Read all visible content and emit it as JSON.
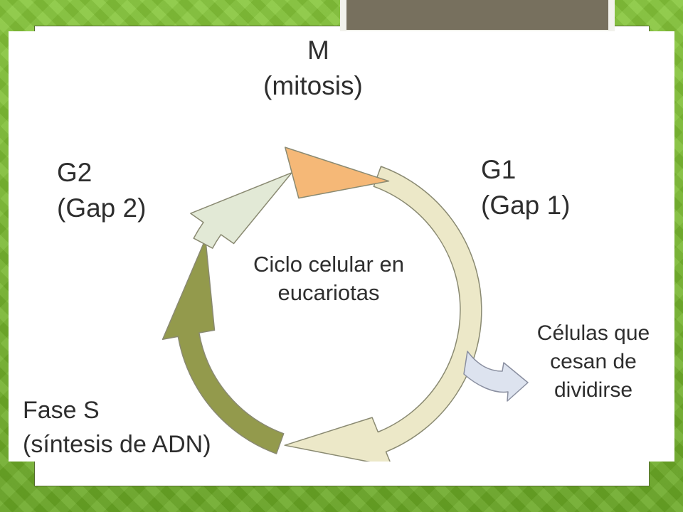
{
  "slide": {
    "colors": {
      "background_green": "#74b32b",
      "title_tab": "#77705e",
      "frame_border": "#556b2f"
    }
  },
  "diagram": {
    "center_text": [
      "Ciclo celular en",
      "eucariotas"
    ],
    "phases": [
      {
        "id": "M",
        "label": "M",
        "sublabel": "(mitosis)",
        "color": "#f5b877"
      },
      {
        "id": "G1",
        "label": "G1",
        "sublabel": "(Gap 1)",
        "color": "#ece8c8"
      },
      {
        "id": "S",
        "label": "Fase S",
        "sublabel": "(síntesis de ADN)",
        "color": "#939a4c"
      },
      {
        "id": "G2",
        "label": "G2",
        "sublabel": "(Gap 2)",
        "color": "#e2e9d6"
      }
    ],
    "exit": {
      "lines": [
        "Células que",
        "cesan de",
        "dividirse"
      ],
      "color": "#dde3ef"
    }
  }
}
